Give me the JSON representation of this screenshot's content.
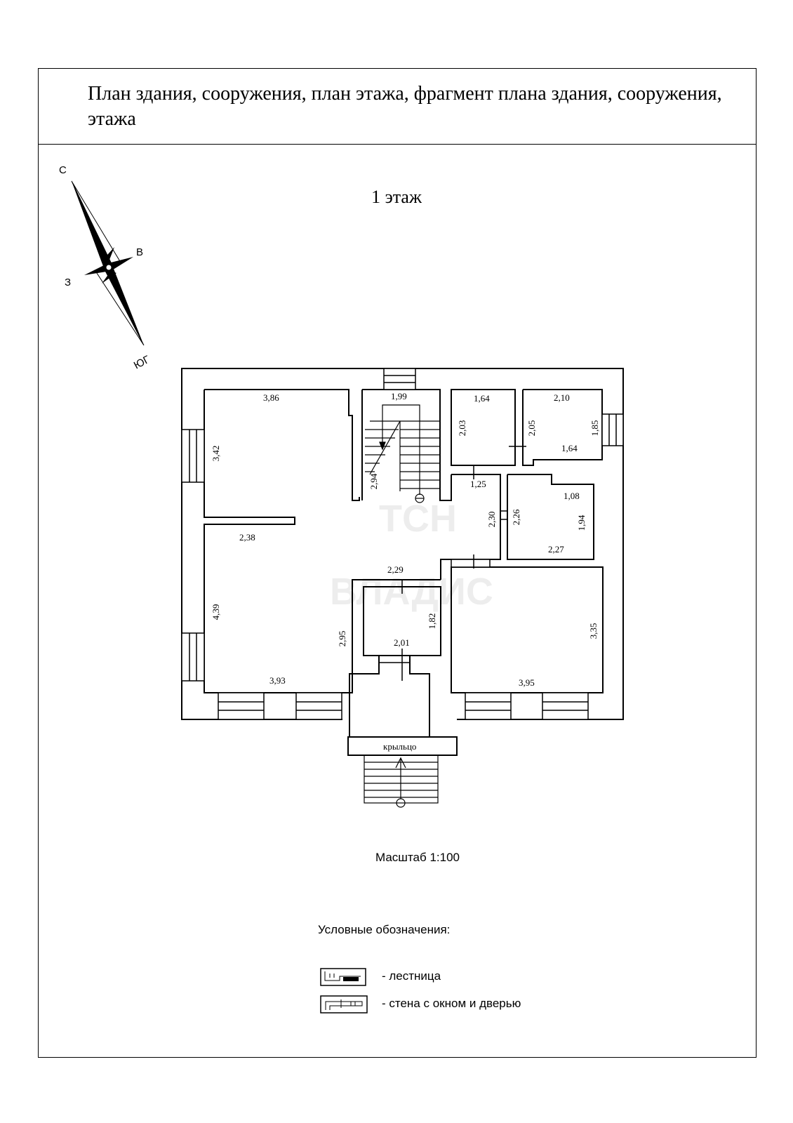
{
  "header": {
    "title": "План здания, сооружения, план этажа, фрагмент плана здания, сооружения, этажа"
  },
  "floor": {
    "title": "1 этаж"
  },
  "compass": {
    "north": "С",
    "east": "В",
    "west": "З",
    "south": "ЮГ"
  },
  "dimensions": {
    "room1_top": "3,86",
    "room1_left": "3,42",
    "room1_bottom": "2,38",
    "stair_top": "1,99",
    "stair_side": "2,94",
    "room2_top": "1,64",
    "room2_side": "2,03",
    "room3_top": "2,10",
    "room3_left": "2,05",
    "room3_right": "1,85",
    "room3_bottom": "1,64",
    "hall_mid": "1,25",
    "hall_side": "2,30",
    "room4_top": "1,08",
    "room4_left": "2,26",
    "room4_right": "1,94",
    "room4_bottom": "2,27",
    "vest_top": "2,29",
    "vest_side": "1,82",
    "vest_bottom": "2,01",
    "room5_left": "4,39",
    "room5_right": "2,95",
    "room5_bottom": "3,93",
    "room6_right": "3,35",
    "room6_bottom": "3,95"
  },
  "porch": {
    "label": "крыльцо"
  },
  "scale": {
    "label": "Масштаб 1:100"
  },
  "legend": {
    "title": "Условные обозначения:",
    "items": [
      {
        "label": "- лестница"
      },
      {
        "label": "- стена с окном и дверью"
      }
    ]
  },
  "watermarks": {
    "line1": "ТСН",
    "line2": "ВЛАДИС"
  }
}
